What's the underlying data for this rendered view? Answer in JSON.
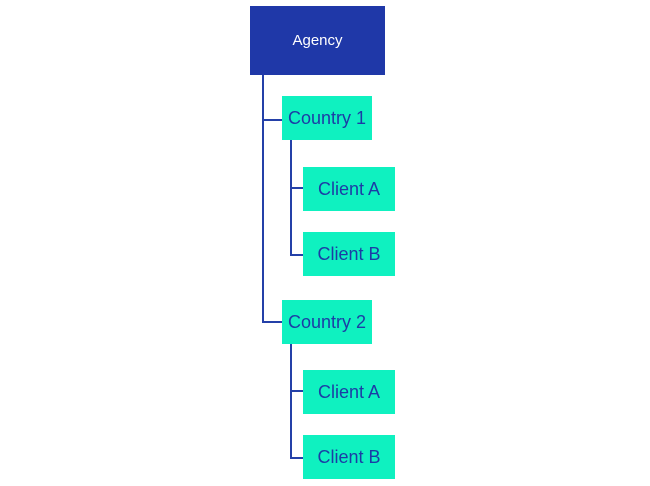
{
  "diagram": {
    "type": "org-tree",
    "colors": {
      "root_fill": "#1F38A8",
      "root_text": "#FFFFFF",
      "node_fill": "#0FF1C0",
      "node_text": "#1C3CA5",
      "connector": "#2440A8",
      "background": "#FFFFFF"
    },
    "tree": {
      "root": {
        "label": "Agency"
      },
      "children": [
        {
          "label": "Country 1",
          "children": [
            {
              "label": "Client A"
            },
            {
              "label": "Client B"
            }
          ]
        },
        {
          "label": "Country 2",
          "children": [
            {
              "label": "Client A"
            },
            {
              "label": "Client B"
            }
          ]
        }
      ]
    }
  }
}
